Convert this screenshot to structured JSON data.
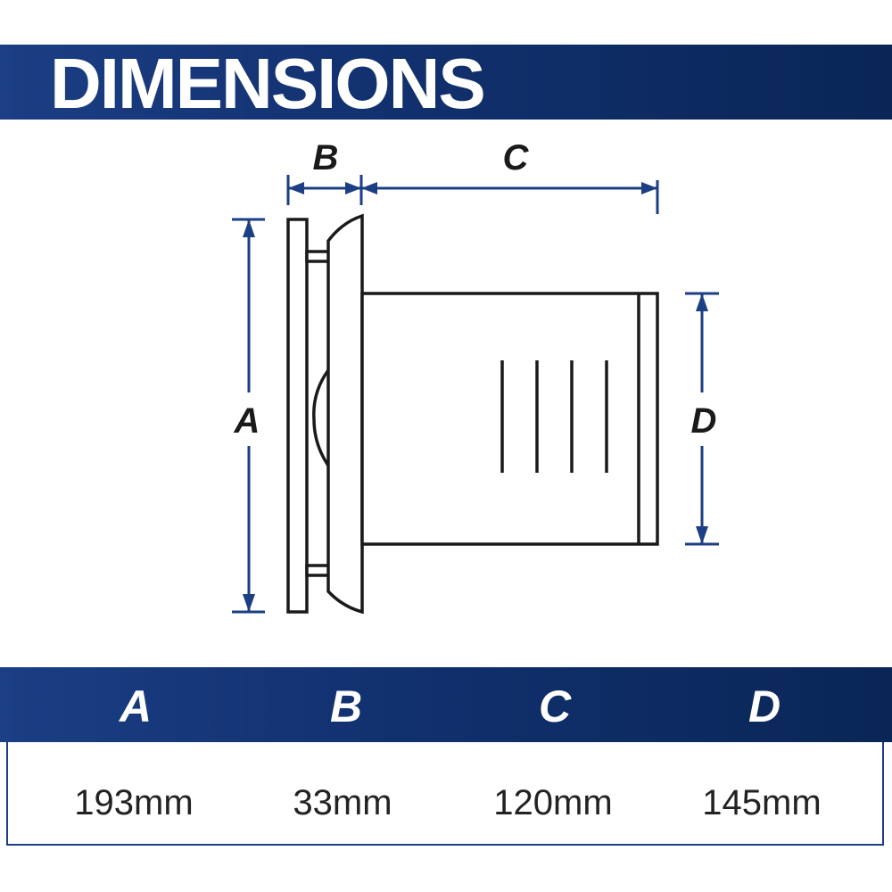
{
  "header": {
    "title": "DIMENSIONS"
  },
  "diagram": {
    "labels": {
      "a": "A",
      "b": "B",
      "c": "C",
      "d": "D"
    }
  },
  "table": {
    "headers": [
      "A",
      "B",
      "C",
      "D"
    ],
    "values": [
      "193mm",
      "33mm",
      "120mm",
      "145mm"
    ]
  },
  "colors": {
    "brand_navy": "#11306e",
    "dimension_line": "#1b3e84",
    "outline": "#1a1a1a"
  }
}
